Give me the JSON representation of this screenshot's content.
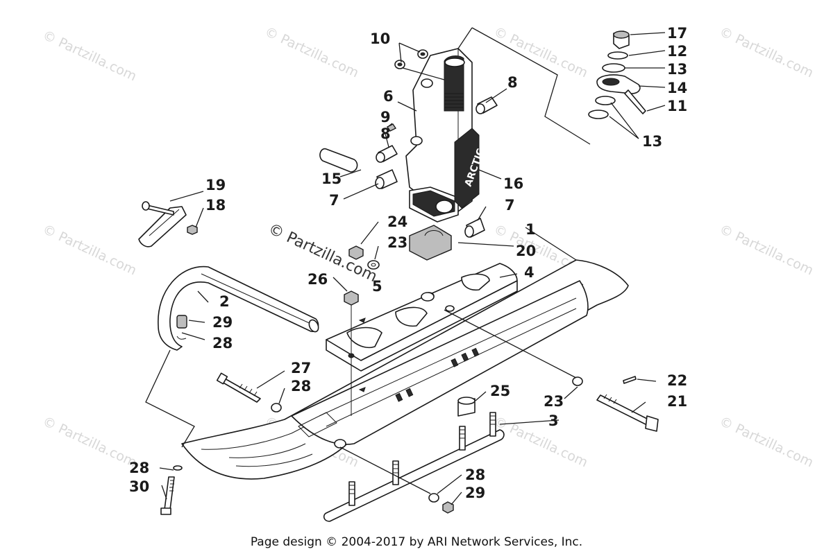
{
  "footer": "Page design © 2004-2017 by ARI Network Services, Inc.",
  "watermark": "© Partzilla.com",
  "watermark_center": "© Partzilla.com",
  "callouts": {
    "c1": "1",
    "c2": "2",
    "c3": "3",
    "c4": "4",
    "c5": "5",
    "c6": "6",
    "c7a": "7",
    "c7b": "7",
    "c8a": "8",
    "c8b": "8",
    "c9": "9",
    "c10": "10",
    "c11": "11",
    "c12": "12",
    "c13a": "13",
    "c13b": "13",
    "c14": "14",
    "c15": "15",
    "c16": "16",
    "c17": "17",
    "c18": "18",
    "c19": "19",
    "c20": "20",
    "c21": "21",
    "c22": "22",
    "c23a": "23",
    "c23b": "23",
    "c24": "24",
    "c25": "25",
    "c26": "26",
    "c27": "27",
    "c28a": "28",
    "c28b": "28",
    "c28c": "28",
    "c28d": "28",
    "c29a": "29",
    "c29b": "29",
    "c30": "30"
  },
  "logo_text": "ARCTIC"
}
